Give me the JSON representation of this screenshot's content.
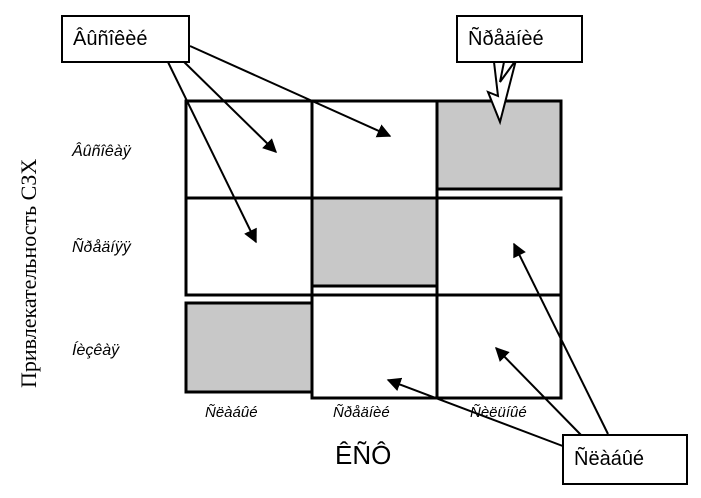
{
  "y_axis": {
    "title": "Привлекательность СЗХ"
  },
  "x_axis": {
    "title": "ÊÑÔ"
  },
  "rows": [
    "Âûñîêàÿ",
    "Ñðåäíÿÿ",
    "Íèçêàÿ"
  ],
  "cols": [
    "Ñëàáûé",
    "Ñðåäíèé",
    "Ñèëüíûé"
  ],
  "callouts": {
    "top_left": "Âûñîêèé",
    "top_right": "Ñðåäíèé",
    "bottom_right": "Ñëàáûé"
  },
  "colors": {
    "shade": "#c8c8c8",
    "line": "#000000"
  }
}
